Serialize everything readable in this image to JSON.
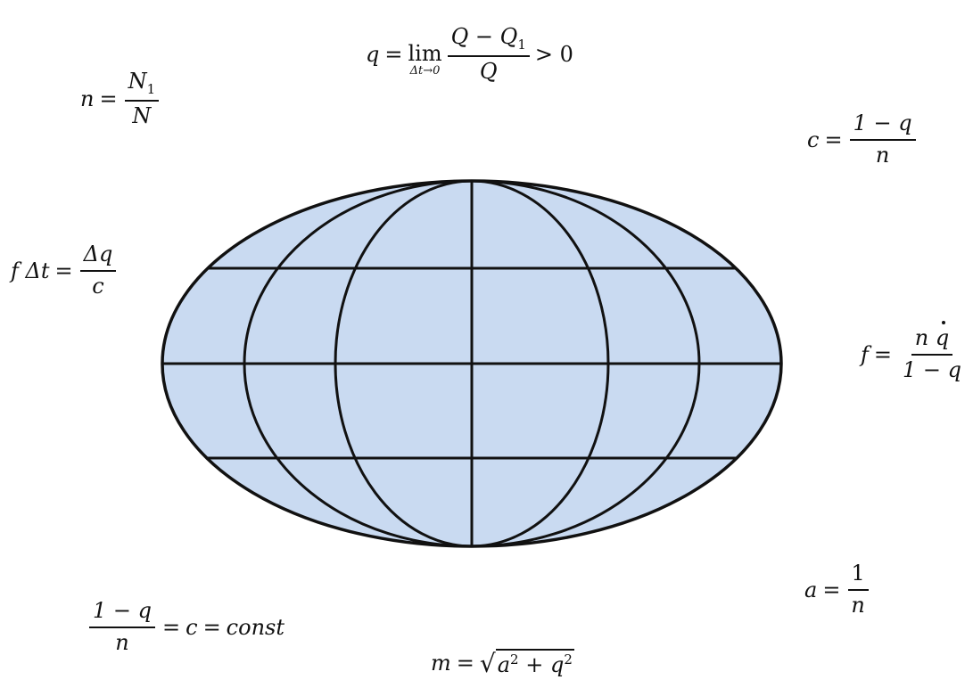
{
  "equations": {
    "q_def": {
      "lhs": "q",
      "eq": "=",
      "lim": "lim",
      "lim_sub": "Δt→0",
      "num": "Q − Q",
      "num_sub": "1",
      "den": "Q",
      "rhs": "> 0"
    },
    "n_def": {
      "lhs": "n",
      "eq": "=",
      "num": "N",
      "num_sub": "1",
      "den": "N"
    },
    "c_def": {
      "lhs": "c",
      "eq": "=",
      "num": "1 − q",
      "den": "n"
    },
    "f_dt": {
      "lhs": "f Δt",
      "eq": "=",
      "num": "Δq",
      "den": "c"
    },
    "f_def": {
      "lhs": "f",
      "eq": "=",
      "num_a": "n",
      "num_b": "q",
      "den": "1 − q"
    },
    "a_def": {
      "lhs": "a",
      "eq": "=",
      "num": "1",
      "den": "n"
    },
    "c_const": {
      "num": "1 − q",
      "den": "n",
      "rest": "= c = const",
      "eq": "=",
      "c": "c",
      "eq2": "=",
      "const": "const"
    },
    "m_def": {
      "lhs": "m",
      "eq": "=",
      "rad_a": "a",
      "sup_a": "2",
      "plus": " + ",
      "rad_b": "q",
      "sup_b": "2"
    }
  },
  "globe": {
    "fill": "#c9daf1",
    "stroke": "#111111"
  }
}
